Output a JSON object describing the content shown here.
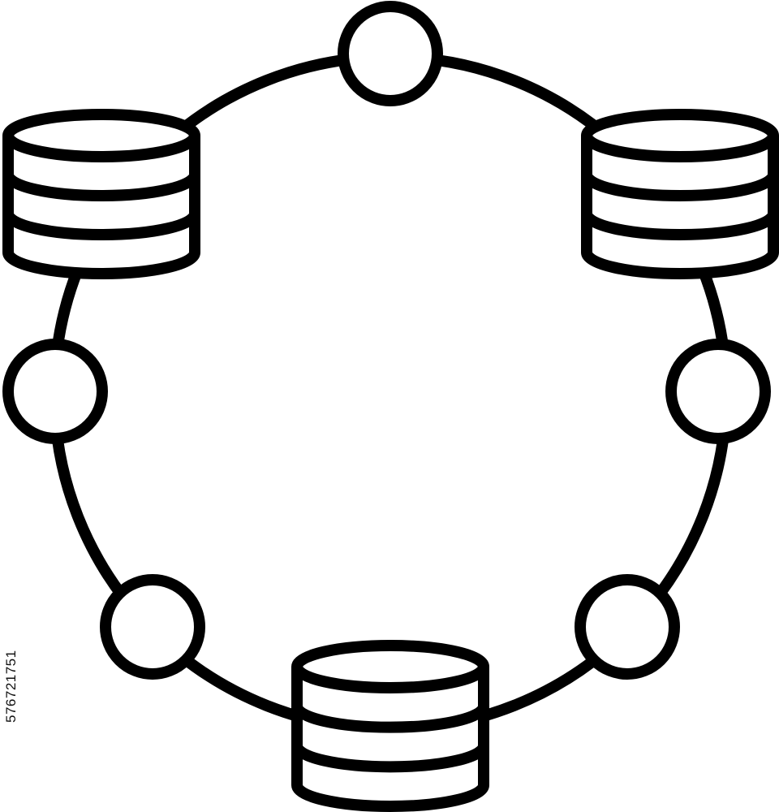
{
  "diagram": {
    "type": "ring-network-of-databases",
    "stroke_color": "#000000",
    "fill_color": "#ffffff",
    "nodes": [
      {
        "kind": "node",
        "icon": "circle-node-icon"
      },
      {
        "kind": "database",
        "icon": "database-icon"
      },
      {
        "kind": "database",
        "icon": "database-icon"
      },
      {
        "kind": "node",
        "icon": "circle-node-icon"
      },
      {
        "kind": "node",
        "icon": "circle-node-icon"
      },
      {
        "kind": "node",
        "icon": "circle-node-icon"
      },
      {
        "kind": "node",
        "icon": "circle-node-icon"
      },
      {
        "kind": "database",
        "icon": "database-icon"
      }
    ]
  },
  "watermark": {
    "stock_id": "576721751"
  }
}
